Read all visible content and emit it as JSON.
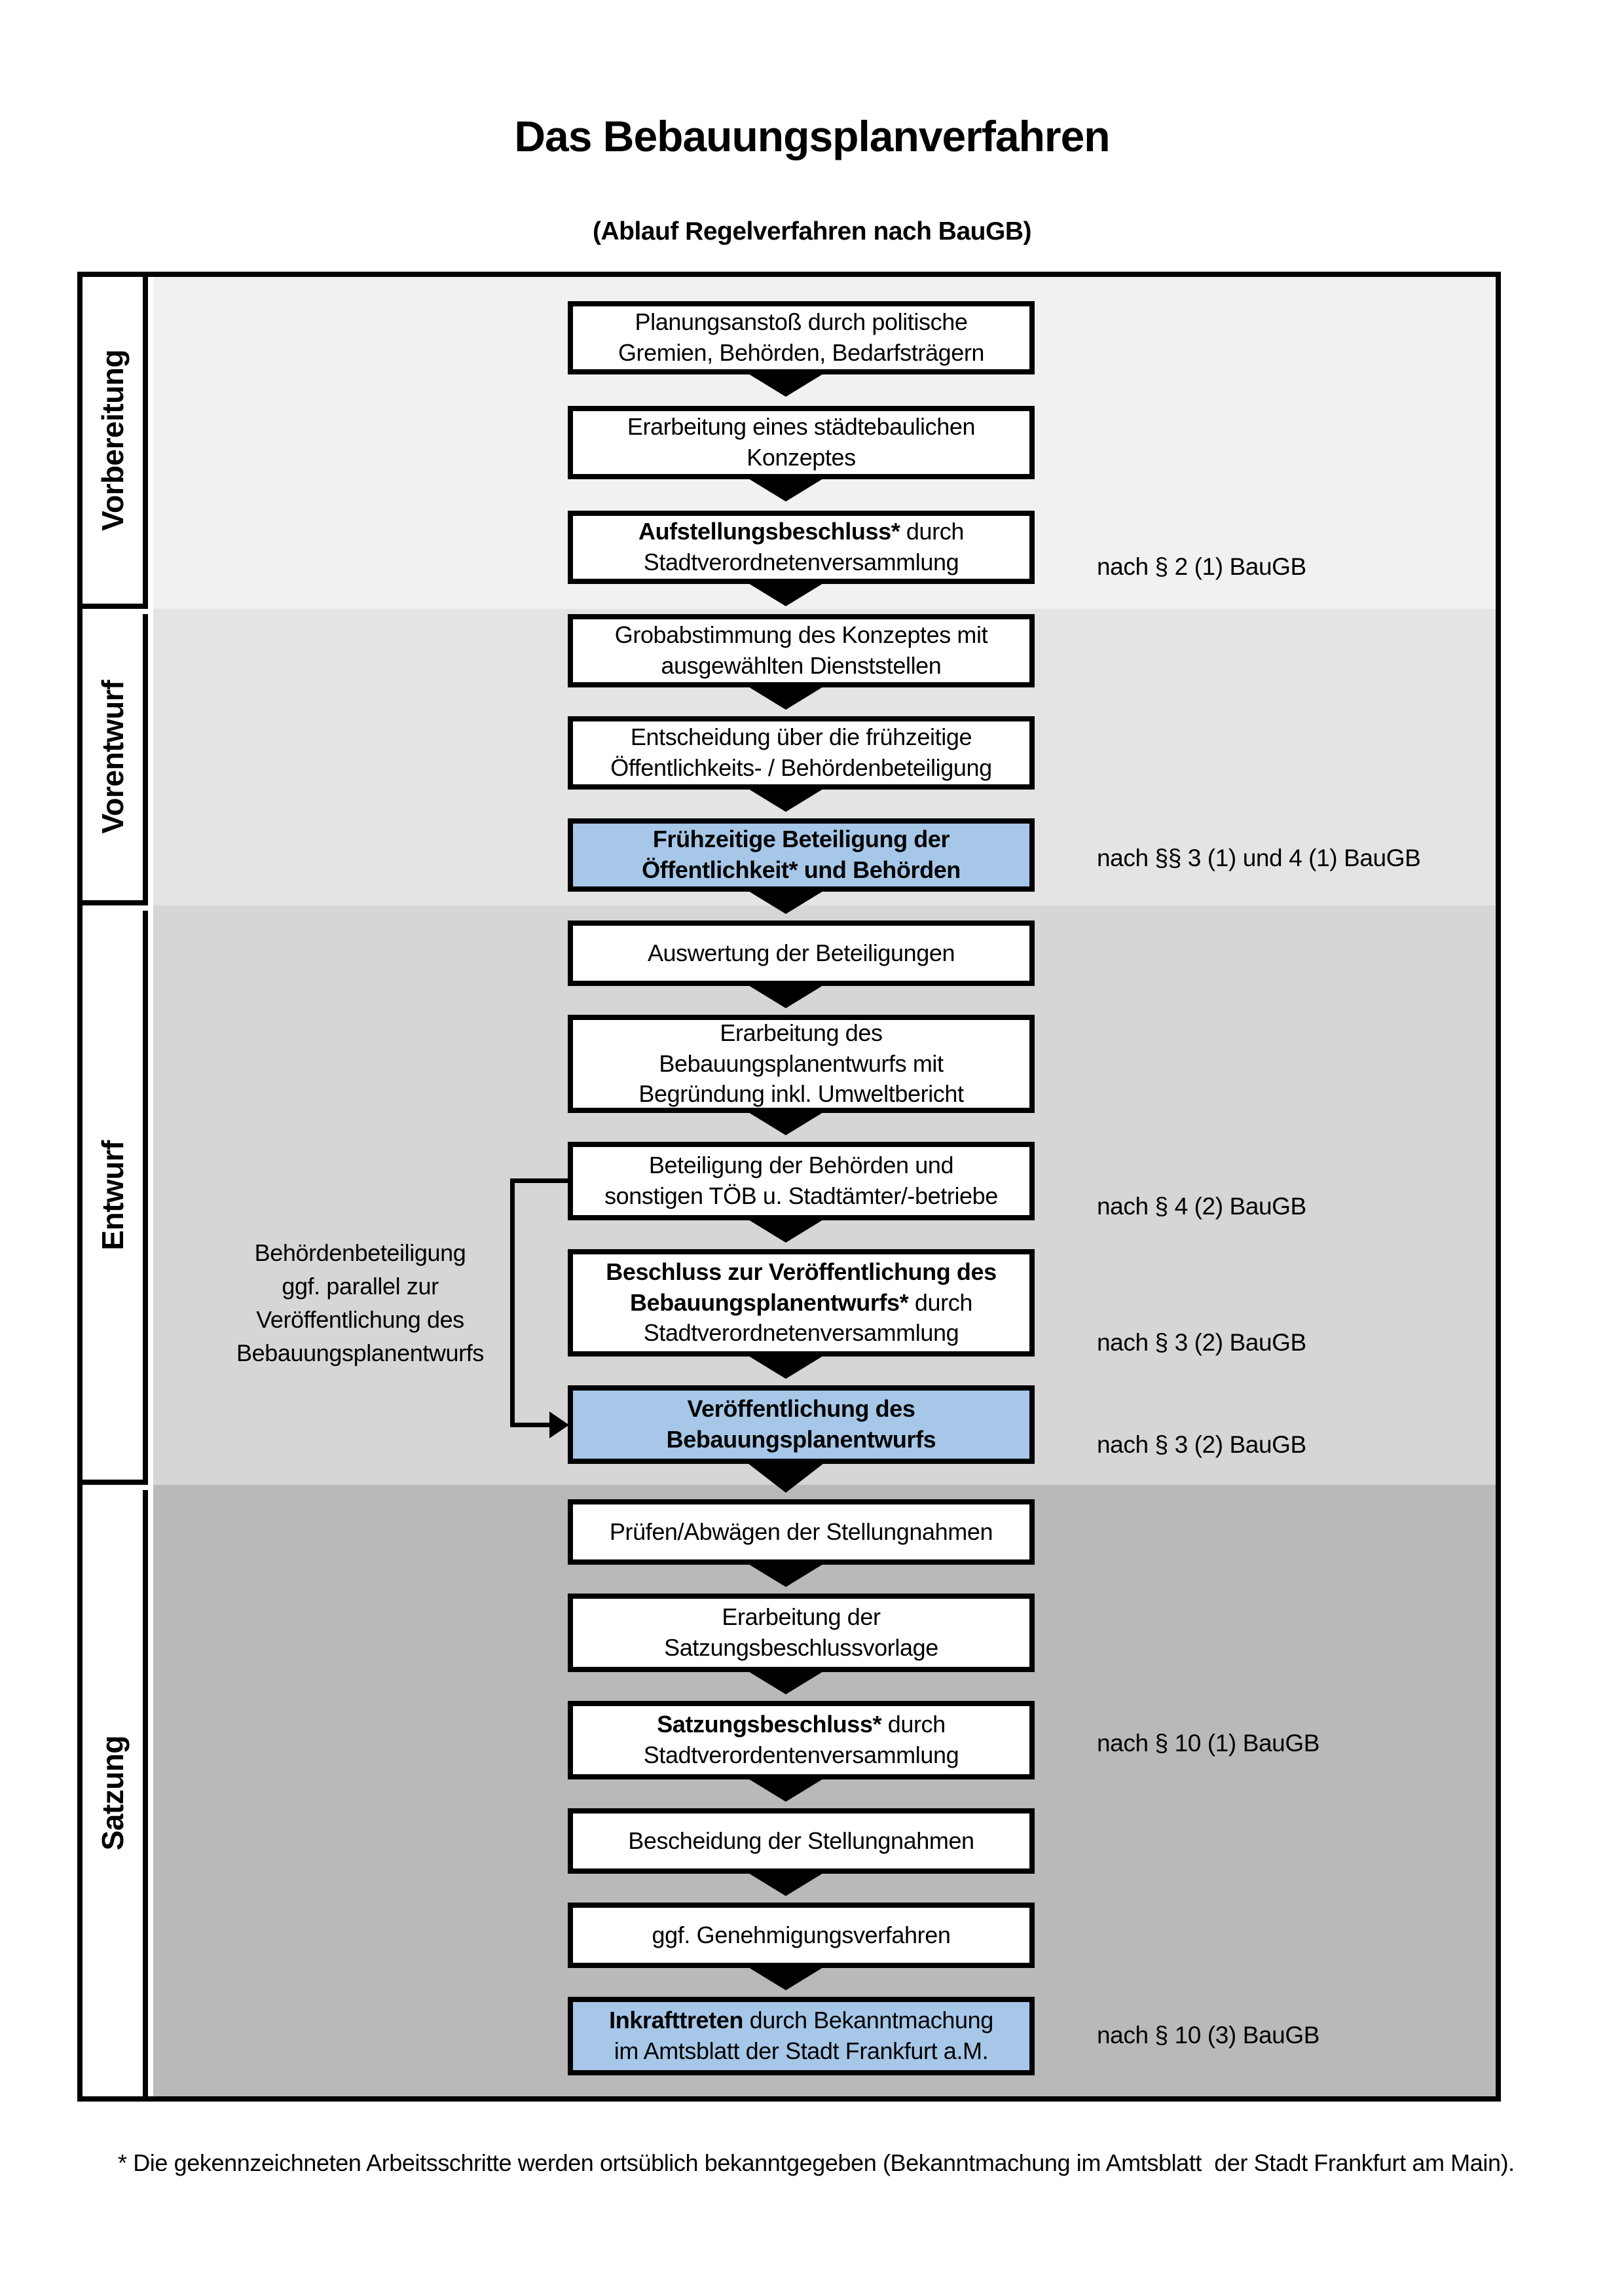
{
  "header": {
    "title": "Das Bebauungsplanverfahren",
    "subtitle": "(Ablauf Regelverfahren nach BauGB)"
  },
  "phases": [
    {
      "label": "Vorbereitung"
    },
    {
      "label": "Vorentwurf"
    },
    {
      "label": "Entwurf"
    },
    {
      "label": "Satzung"
    }
  ],
  "flow": {
    "boxes": [
      {
        "text": "Planungsanstoß durch politische\nGremien, Behörden, Bedarfsträgern"
      },
      {
        "text": "Erarbeitung eines städtebaulichen\nKonzeptes"
      },
      {
        "bold": "Aufstellungsbeschluss*",
        "rest": " durch\nStadtverordnetenversammlung"
      },
      {
        "text": "Grobabstimmung des Konzeptes mit\nausgewählten Dienststellen"
      },
      {
        "text": "Entscheidung über die frühzeitige\nÖffentlichkeits- / Behördenbeteiligung"
      },
      {
        "text": "Frühzeitige Beteiligung der\nÖffentlichkeit* und Behörden",
        "highlighted": true
      },
      {
        "text": "Auswertung der Beteiligungen"
      },
      {
        "text": "Erarbeitung des\nBebauungsplanentwurfs mit\nBegründung inkl. Umweltbericht"
      },
      {
        "text": "Beteiligung der Behörden und\nsonstigen TÖB u. Stadtämter/-betriebe"
      },
      {
        "bold": "Beschluss zur Veröffentlichung des\nBebauungsplanentwurfs*",
        "rest": " durch\nStadtverordnetenversammlung"
      },
      {
        "text": "Veröffentlichung des\nBebauungsplanentwurfs",
        "highlighted": true
      },
      {
        "text": "Prüfen/Abwägen der Stellungnahmen"
      },
      {
        "text": "Erarbeitung der\nSatzungsbeschlussvorlage"
      },
      {
        "bold": "Satzungsbeschluss*",
        "rest": " durch\nStadtverordentenversammlung"
      },
      {
        "text": "Bescheidung der Stellungnahmen"
      },
      {
        "text": "ggf. Genehmigungsverfahren"
      },
      {
        "bold": "Inkrafttreten",
        "rest": " durch Bekanntmachung\nim Amtsblatt der Stadt Frankfurt a.M.",
        "highlighted": true
      }
    ]
  },
  "law_annotations": [
    {
      "text": "nach § 2 (1) BauGB"
    },
    {
      "text": "nach §§ 3 (1) und 4 (1) BauGB"
    },
    {
      "text": "nach § 4 (2) BauGB"
    },
    {
      "text": "nach § 3 (2) BauGB"
    },
    {
      "text": "nach § 3 (2) BauGB"
    },
    {
      "text": "nach § 10 (1) BauGB"
    },
    {
      "text": "nach § 10 (3) BauGB"
    }
  ],
  "side_note": "Behördenbeteiligung\nggf. parallel zur\nVeröffentlichung des\nBebauungsplanentwurfs",
  "footnote": "* Die gekennzeichneten Arbeitsschritte werden ortsüblich bekanntgegeben (Bekanntmachung im Amtsblatt  der Stadt Frankfurt am Main).",
  "colors": {
    "highlight_box": "#a6c7e8",
    "band_vorbereitung": "#f1f1f1",
    "band_vorentwurf": "#e4e4e4",
    "band_entwurf": "#d6d6d6",
    "band_satzung": "#b9b9b9",
    "border": "#000000"
  }
}
